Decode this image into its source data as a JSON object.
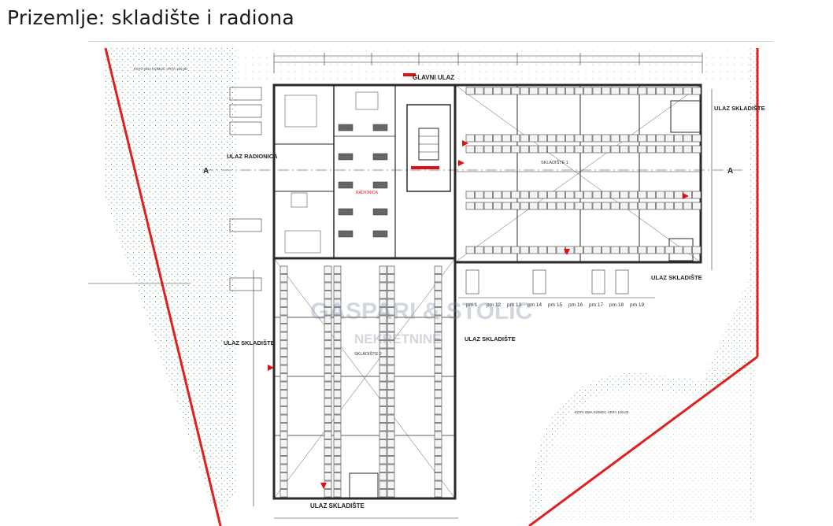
{
  "page": {
    "title": "Prizemlje: skladište i radiona"
  },
  "plan": {
    "section_marker_left": "A",
    "section_marker_right": "A",
    "entrances": {
      "main": "GLAVNI ULAZ",
      "workshop": "ULAZ RADIONICA",
      "warehouse_right": "ULAZ SKLADIŠTE",
      "warehouse_east": "ULAZ SKLADIŠTE",
      "warehouse_left": "ULAZ SKLADIŠTE",
      "warehouse_center": "ULAZ SKLADIŠTE",
      "warehouse_bottom": "ULAZ SKLADIŠTE"
    },
    "rooms": {
      "warehouse_1": "SKLADIŠTE 1",
      "warehouse_2": "SKLADIŠTE 2",
      "workshop": "RADIONICA"
    },
    "parking_labels": [
      "pm 1",
      "pm 12",
      "pm 13",
      "pm 14",
      "pm 15",
      "pm 16",
      "pm 17",
      "pm 18",
      "pm 19"
    ],
    "terrain_notes": {
      "top": "KOTA SNA KOMOC VRTA 100,00",
      "bottom": "KOTA SMA KOMOC VRTA 100,00"
    },
    "watermark": {
      "line1": "GASPARI & STOLIC",
      "line2": "NEKRETNINE"
    },
    "colors": {
      "boundary": "#e02020",
      "walls": "#2a2a2a",
      "racks": "#3c3c3c",
      "greenery": "#2e8b3a"
    }
  }
}
